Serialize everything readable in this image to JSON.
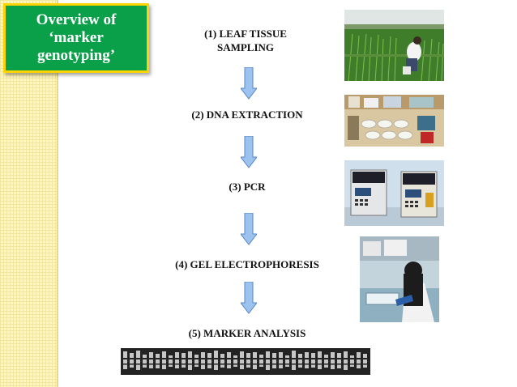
{
  "title": "Overview of\n‘marker\ngenotyping’",
  "steps": [
    "(1) LEAF TISSUE\nSAMPLING",
    "(2) DNA EXTRACTION",
    "(3) PCR",
    "(4) GEL ELECTROPHORESIS",
    "(5) MARKER ANALYSIS"
  ],
  "colors": {
    "title_fill": "#0aa04a",
    "title_border": "#ffd400",
    "arrow_fill": "#9cc3ef",
    "arrow_stroke": "#5a86c4"
  },
  "photos": [
    {
      "name": "rice-field-sampling-photo"
    },
    {
      "name": "dna-extraction-lab-photo"
    },
    {
      "name": "pcr-thermocyclers-photo"
    },
    {
      "name": "gel-electrophoresis-lab-photo"
    }
  ]
}
